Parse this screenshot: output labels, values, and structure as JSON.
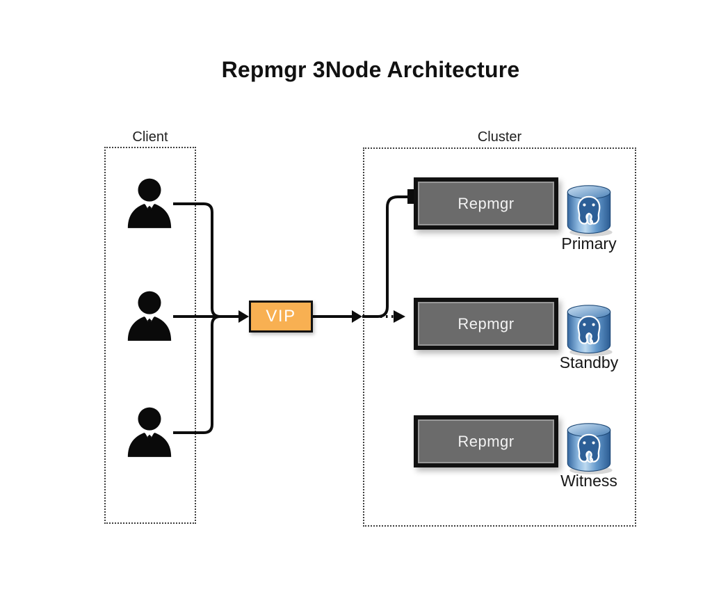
{
  "title": "Repmgr 3Node Architecture",
  "groups": {
    "client": {
      "label": "Client"
    },
    "cluster": {
      "label": "Cluster"
    }
  },
  "vip": {
    "label": "VIP"
  },
  "clients": [
    {
      "icon": "user-icon"
    },
    {
      "icon": "user-icon"
    },
    {
      "icon": "user-icon"
    }
  ],
  "nodes": [
    {
      "service": "Repmgr",
      "role": "Primary",
      "icon": "postgresql-database-icon"
    },
    {
      "service": "Repmgr",
      "role": "Standby",
      "icon": "postgresql-database-icon"
    },
    {
      "service": "Repmgr",
      "role": "Witness",
      "icon": "postgresql-database-icon"
    }
  ],
  "connectors": {
    "clients_to_vip": "solid-arrow",
    "vip_to_cluster": "solid-arrow",
    "cluster_to_primary": "solid-elbow",
    "cluster_to_standby": "dotted-arrow"
  },
  "colors": {
    "background": "#FFFFFF",
    "title_text": "#111111",
    "vip_fill": "#F8B052",
    "vip_text": "#FFFFFF",
    "node_fill": "#6B6B6B",
    "node_border": "#111111",
    "node_text": "#F2F2F2",
    "line": "#0D0D0D",
    "db_blue": "#3D7AB8",
    "db_blue_dark": "#2D5F97"
  }
}
